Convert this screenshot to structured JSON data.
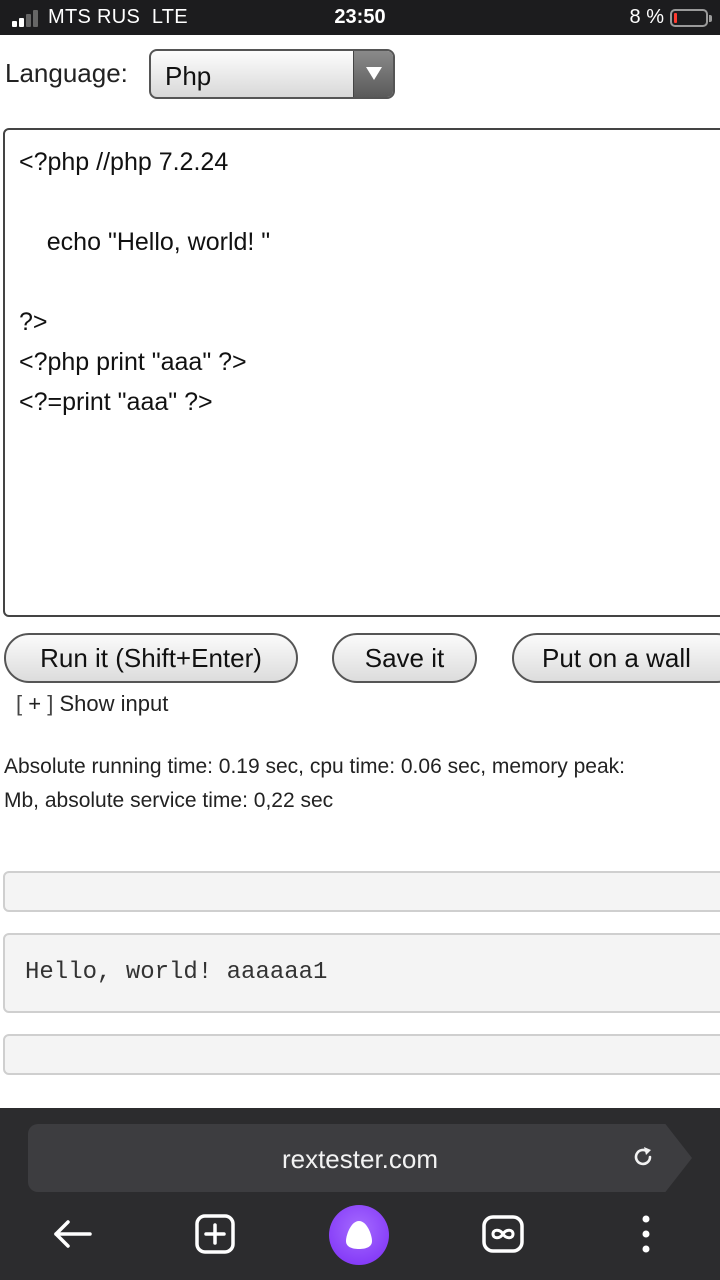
{
  "status_bar": {
    "carrier": "MTS RUS",
    "network": "LTE",
    "time": "23:50",
    "battery": "8 %",
    "battery_level": 0.08,
    "battery_color": "#ff3b30"
  },
  "language": {
    "label": "Language:",
    "selected": "Php"
  },
  "editor": {
    "lines": [
      "<?php //php 7.2.24",
      "",
      "    echo \"Hello, world! \"",
      "",
      "?>",
      "<?php print \"aaa\" ?>",
      "<?=print \"aaa\" ?>"
    ]
  },
  "buttons": {
    "run": "Run it (Shift+Enter)",
    "save": "Save it",
    "wall": "Put on a wall"
  },
  "show_input": {
    "bracket_open": "[",
    "plus": "+",
    "bracket_close": "]",
    "label": "Show input"
  },
  "stats": {
    "line1": "Absolute running time: 0.19 sec, cpu time: 0.06 sec, memory peak:",
    "line2": "Mb, absolute service time: 0,22 sec"
  },
  "output": {
    "text": "Hello, world! aaaaaa1"
  },
  "browser": {
    "url": "rextester.com",
    "icons": [
      "back-arrow-icon",
      "new-tab-icon",
      "alice-assistant-icon",
      "tabs-icon",
      "more-menu-icon",
      "reload-icon"
    ],
    "accent": "#7b2cf5"
  }
}
